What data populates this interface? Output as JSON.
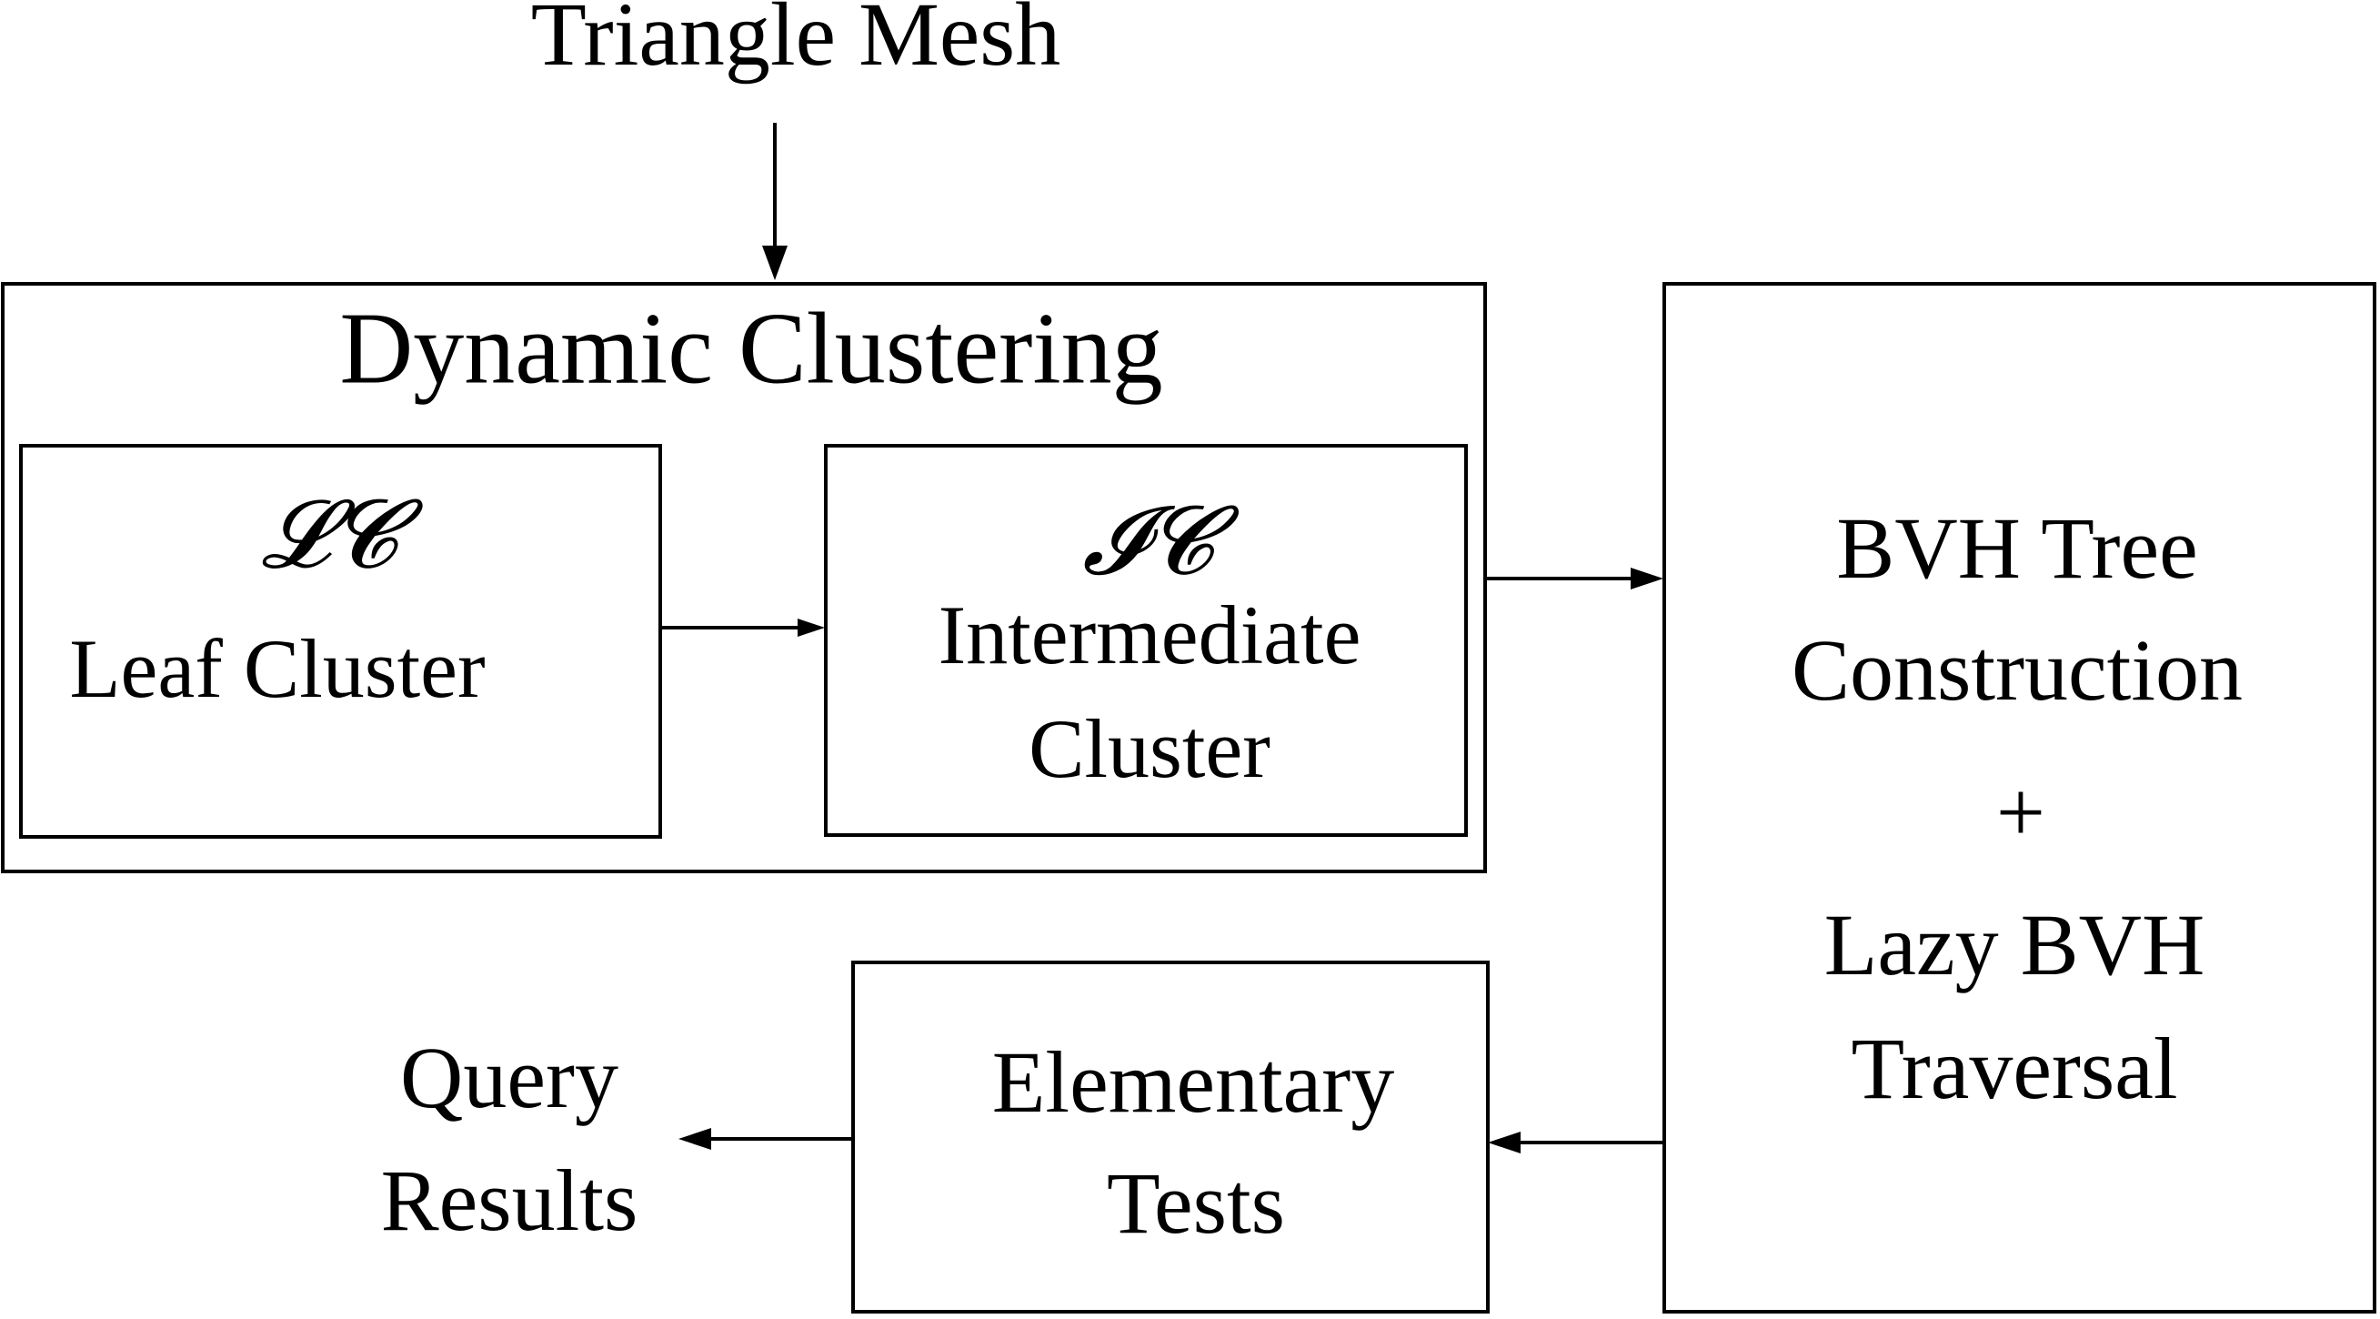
{
  "input": {
    "label": "Triangle Mesh"
  },
  "dynamic_clustering": {
    "title": "Dynamic Clustering",
    "leaf_cluster": {
      "symbol": "𝓛𝓒",
      "label": "Leaf Cluster"
    },
    "intermediate_cluster": {
      "symbol": "𝓘𝓒",
      "label_line1": "Intermediate",
      "label_line2": "Cluster"
    }
  },
  "bvh": {
    "line1": "BVH Tree",
    "line2": "Construction",
    "plus": "+",
    "line3": "Lazy BVH",
    "line4": "Traversal"
  },
  "elementary_tests": {
    "line1": "Elementary",
    "line2": "Tests"
  },
  "output": {
    "line1": "Query",
    "line2": "Results"
  }
}
